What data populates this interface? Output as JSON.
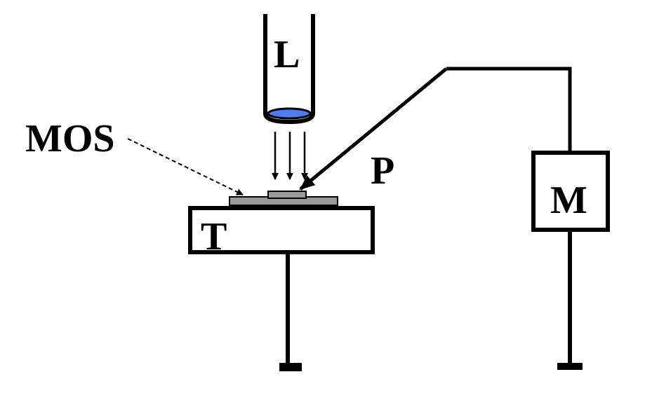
{
  "labels": {
    "lens": "L",
    "sample": "MOS",
    "probe": "P",
    "table": "T",
    "meter": "M"
  },
  "colors": {
    "stroke": "#000000",
    "lens_glass": "#4f7df0",
    "sample_fill": "#9a9a9a",
    "background": "#ffffff"
  }
}
